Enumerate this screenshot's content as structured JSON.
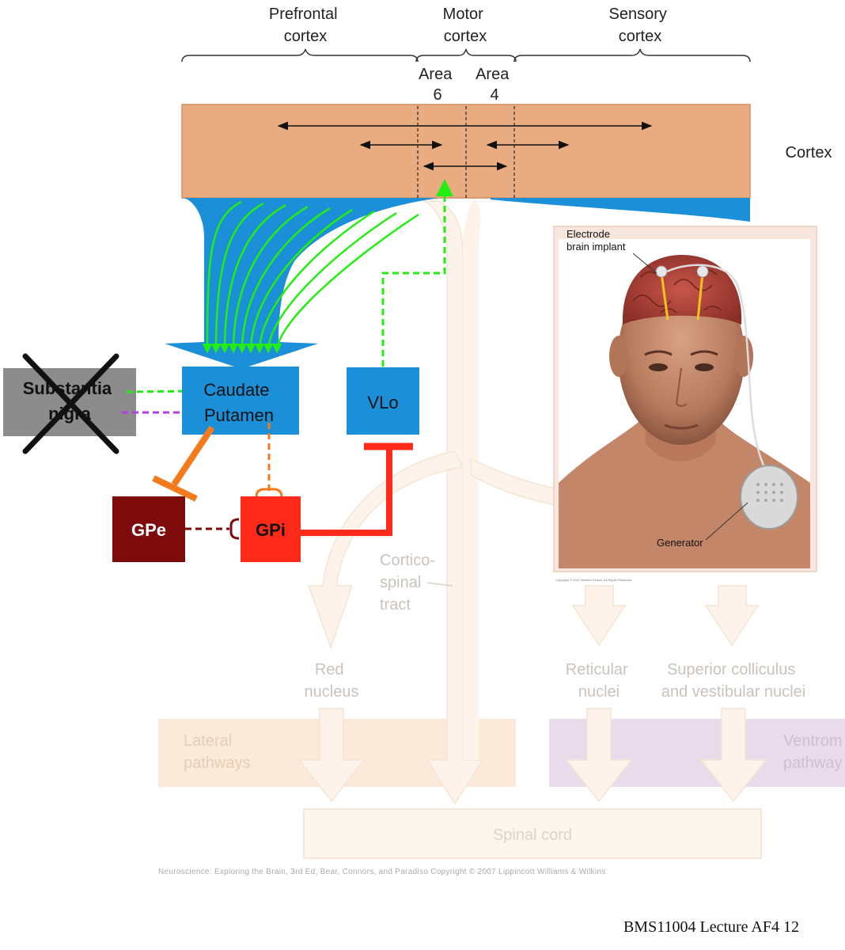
{
  "regions": {
    "prefrontal": [
      "Prefrontal",
      "cortex"
    ],
    "motor": [
      "Motor",
      "cortex"
    ],
    "sensory": [
      "Sensory",
      "cortex"
    ],
    "area6": [
      "Area",
      "6"
    ],
    "area4": [
      "Area",
      "4"
    ],
    "cortex": "Cortex"
  },
  "nodes": {
    "substantia_nigra": [
      "Substantia",
      "nigra"
    ],
    "striatum": [
      "Caudate",
      "Putamen"
    ],
    "vlo": "VLo",
    "gpe": "GPe",
    "gpi": "GPi"
  },
  "pathway_labels": {
    "corticospinal": [
      "Cortico-",
      "spinal",
      "tract"
    ],
    "red_nucleus": [
      "Red",
      "nucleus"
    ],
    "reticular": [
      "Reticular",
      "nuclei"
    ],
    "colliculus": [
      "Superior colliculus",
      "and vestibular nuclei"
    ],
    "lateral": [
      "Lateral",
      "pathways"
    ],
    "ventromedial": [
      "Ventrom",
      "pathway"
    ],
    "spinal_cord": "Spinal cord"
  },
  "implant": {
    "electrode_label": [
      "Electrode",
      "brain implant"
    ],
    "generator_label": "Generator",
    "copyright": "Copyright © 2007 Wolters Kluwer. All Rights Reserved."
  },
  "footer": {
    "credit": "Neuroscience: Exploring the Brain, 3rd Ed, Bear, Connors, and Paradiso Copyright © 2007 Lippincott Williams & Wilkins",
    "slide_id": "BMS11004 Lecture AF4 12"
  },
  "colors": {
    "cortex": "#e9ab80",
    "blue": "#1b8fd8",
    "green": "#22ee11",
    "orange": "#f47a1c",
    "purple": "#b33ce8",
    "gpe": "#7d0b0b",
    "gpi": "#ff2a1a",
    "gray_box": "#8c8c8c",
    "faded_tract": "#fdf3ea",
    "lateral_band": "#fbe9d9",
    "ventral_band": "#e9dcea"
  }
}
